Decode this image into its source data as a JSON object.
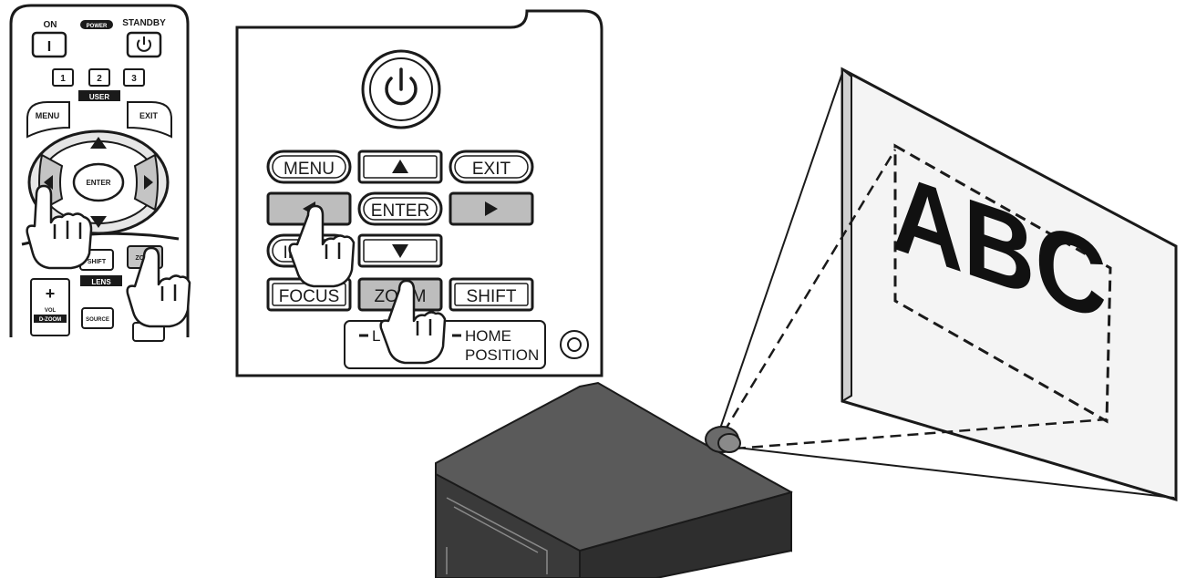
{
  "remote": {
    "on_label": "ON",
    "power_label": "POWER",
    "standby_label": "STANDBY",
    "on_button_glyph": "I",
    "user_buttons": [
      "1",
      "2",
      "3"
    ],
    "user_label": "USER",
    "menu_label": "MENU",
    "exit_label": "EXIT",
    "enter_label": "ENTER",
    "shift_label": "SHIFT",
    "zoom_label": "ZOOM",
    "lens_label": "LENS",
    "plus_glyph": "+",
    "vol_label": "VOL",
    "dzoom_label": "D-ZOOM",
    "source_label": "SOURCE"
  },
  "panel": {
    "menu_label": "MENU",
    "exit_label": "EXIT",
    "enter_label": "ENTER",
    "input_label": "INPUT",
    "focus_label": "FOCUS",
    "zoom_label": "ZOOM",
    "shift_label": "SHIFT",
    "lens_label": "L",
    "home_label_1": "HOME",
    "home_label_2": "POSITION"
  },
  "screen": {
    "projected_text": "ABC"
  },
  "colors": {
    "ink": "#1a1a1a",
    "pressed_fill": "#bdbdbd",
    "projector_top": "#5a5a5a",
    "projector_front": "#3a3a3a",
    "projector_side": "#2a2a2a",
    "screen_fill": "#f4f4f4"
  }
}
